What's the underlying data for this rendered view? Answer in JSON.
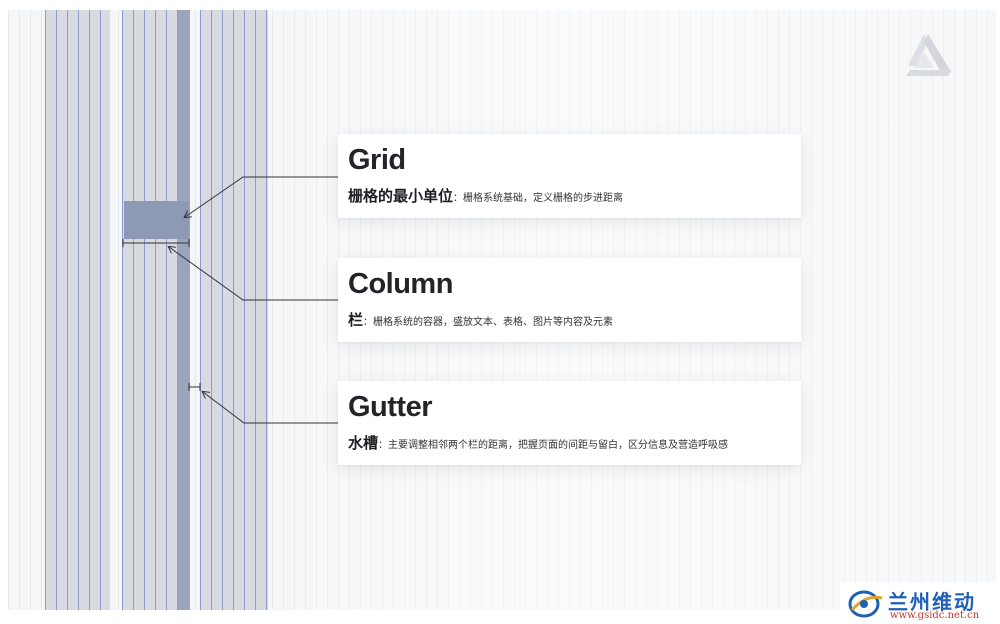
{
  "cards": [
    {
      "title": "Grid",
      "term": "栅格的最小单位",
      "colon": "：",
      "description": "栅格系统基础，定义栅格的步进距离"
    },
    {
      "title": "Column",
      "term": "栏",
      "colon": "：",
      "description": "栅格系统的容器，盛放文本、表格、图片等内容及元素"
    },
    {
      "title": "Gutter",
      "term": "水槽",
      "colon": "：",
      "description": "主要调整相邻两个栏的距离，把握页面的间距与留白，区分信息及营造呼吸感"
    }
  ],
  "watermark": {
    "name": "兰州维动",
    "url": "www.gsidc.net.cn"
  },
  "icons": {
    "logo": "triangle-logo-icon",
    "watermark": "swoosh-logo-icon"
  },
  "colors": {
    "band": "#d7dadf",
    "gridline": "#8f99d4",
    "gutter": "#9aa4bd",
    "grid_cell": "#8e9ab3",
    "title": "#222428",
    "watermark_name": "#1f5fb5",
    "watermark_url": "#c0392b"
  }
}
